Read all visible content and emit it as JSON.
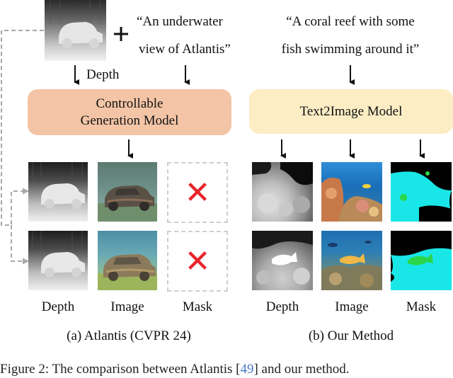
{
  "atlantis": {
    "prompt_line1": "“An underwater",
    "prompt_line2": "view of Atlantis”",
    "plus_symbol": "+",
    "depth_label": "Depth",
    "model_line1": "Controllable",
    "model_line2": "Generation Model",
    "col_depth": "Depth",
    "col_image": "Image",
    "col_mask": "Mask",
    "subcaption": "(a) Atlantis (CVPR 24)",
    "cross_symbol": "✕"
  },
  "ours": {
    "prompt_line1": "“A coral reef with some",
    "prompt_line2": "fish swimming around it”",
    "model_label": "Text2Image Model",
    "col_depth": "Depth",
    "col_image": "Image",
    "col_mask": "Mask",
    "subcaption": "(b) Our Method"
  },
  "figure_caption": {
    "prefix": "Figure 2: The comparison between Atlantis [",
    "ref": "49",
    "suffix": "] and our method."
  },
  "colors": {
    "orange_box": "#f3c5a6",
    "yellow_box": "#fdedc5",
    "cross_red": "#e8232a",
    "mask_cyan": "#19e6e6",
    "mask_green": "#2bd64a",
    "dashed_gray": "#a8a8a8"
  }
}
